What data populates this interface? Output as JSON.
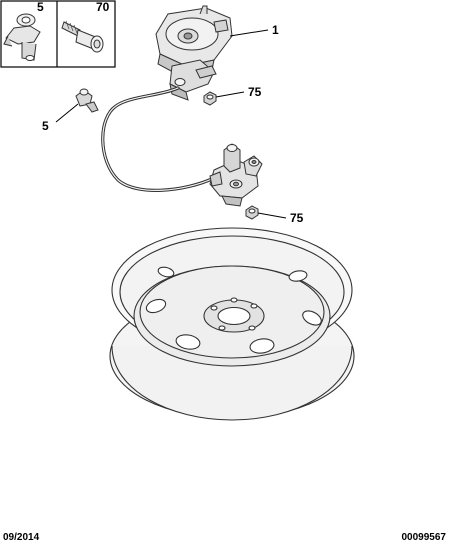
{
  "inset": {
    "left_ref": "5",
    "right_ref": "70"
  },
  "callouts": {
    "winch": "1",
    "nut_top": "75",
    "clip": "5",
    "nut_bottom": "75"
  },
  "footer": {
    "date": "09/2014",
    "code": "00099567"
  },
  "colors": {
    "outline": "#333333",
    "part_fill": "#e6e6e6",
    "part_shade": "#bdbdbd",
    "wheel_fill": "#f6f6f6",
    "wheel_inner": "#eaeaea"
  }
}
